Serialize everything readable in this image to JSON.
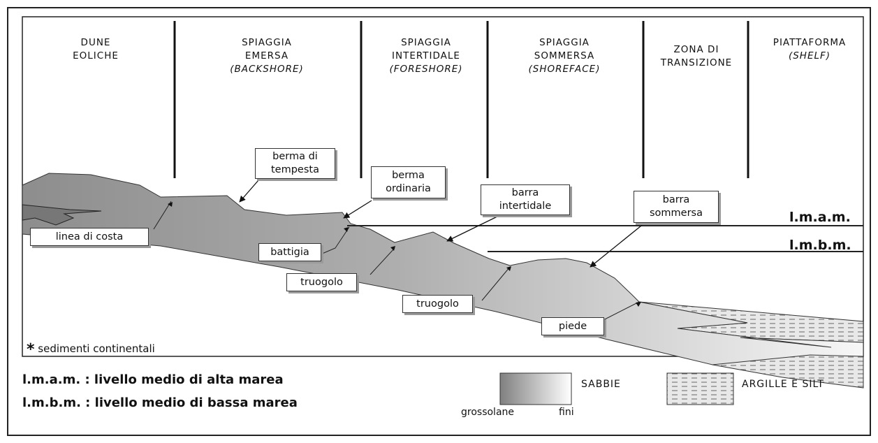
{
  "zones": [
    {
      "line1": "DUNE",
      "line2": "EOLICHE",
      "line3": ""
    },
    {
      "line1": "SPIAGGIA",
      "line2": "EMERSA",
      "line3": "(BACKSHORE)"
    },
    {
      "line1": "SPIAGGIA",
      "line2": "INTERTIDALE",
      "line3": "(FORESHORE)"
    },
    {
      "line1": "SPIAGGIA",
      "line2": "SOMMERSA",
      "line3": "(SHOREFACE)"
    },
    {
      "line1": "ZONA DI",
      "line2": "TRANSIZIONE",
      "line3": ""
    },
    {
      "line1": "PIATTAFORMA",
      "line2": "(SHELF)",
      "line3": ""
    }
  ],
  "labels": {
    "berma_tempesta": {
      "l1": "berma di",
      "l2": "tempesta"
    },
    "berma_ordinaria": {
      "l1": "berma",
      "l2": "ordinaria"
    },
    "barra_intertidale": {
      "l1": "barra",
      "l2": "intertidale"
    },
    "barra_sommersa": {
      "l1": "barra",
      "l2": "sommersa"
    },
    "linea_costa": "linea di costa",
    "battigia": "battigia",
    "truogolo_1": "truogolo",
    "truogolo_2": "truogolo",
    "piede": "piede"
  },
  "levels": {
    "high": "l.m.a.m.",
    "low": "l.m.b.m."
  },
  "legend": {
    "continental_mark": "*",
    "continental": "sedimenti continentali",
    "def_high": "l.m.a.m. : livello medio di alta marea",
    "def_low": "l.m.b.m. : livello medio di bassa marea",
    "sands": "SABBIE",
    "coarse": "grossolane",
    "fine": "fini",
    "clays": "ARGILLE E SILT"
  },
  "colors": {
    "coarse_sand": "#8a8a8a",
    "fine_sand": "#f4f4f4",
    "clay_fill": "#e6e6e6"
  }
}
